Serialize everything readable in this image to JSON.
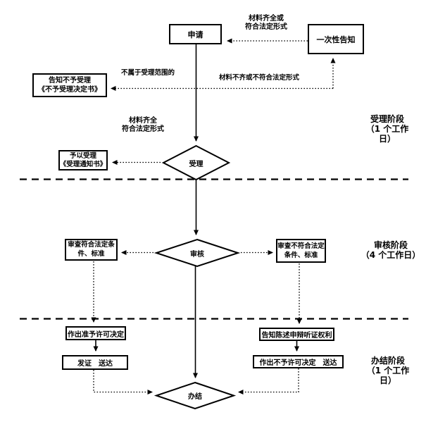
{
  "colors": {
    "line": "#000000",
    "background": "#ffffff",
    "text": "#000000"
  },
  "diagram": {
    "nodes": {
      "apply": {
        "label": "申请"
      },
      "one_time_notice": {
        "label": "一次性告知"
      },
      "notify_rejection": {
        "lines": [
          "告知不予受理",
          "《不予受理决定书》"
        ]
      },
      "accept_notice": {
        "lines": [
          "予以受理",
          "《受理通知书》"
        ]
      },
      "accept": {
        "label": "受理"
      },
      "review": {
        "label": "审核"
      },
      "finish": {
        "label": "办结"
      },
      "review_pass": {
        "lines": [
          "审查符合法定条",
          "件、标准"
        ]
      },
      "review_fail": {
        "lines": [
          "审查不符合法定",
          "条件、标准"
        ]
      },
      "grant_decision": {
        "label": "作出准予许可决定"
      },
      "issue_deliver": {
        "label": "发证　送达"
      },
      "hearing_rights": {
        "label": "告知陈述申辩听证权利"
      },
      "deny_deliver": {
        "label": "作出不予许可决定　送达"
      }
    },
    "edge_labels": {
      "materials_complete_top": {
        "lines": [
          "材料齐全或",
          "符合法定形式"
        ]
      },
      "not_in_scope": {
        "label": "不属于受理范围的"
      },
      "materials_incomplete": {
        "label": "材料不齐或不符合法定形式"
      },
      "materials_complete_mid": {
        "lines": [
          "材料齐全",
          "符合法定形式"
        ]
      }
    },
    "stages": {
      "accept": {
        "lines": [
          "受理阶段",
          "（1 个工作",
          "日）"
        ]
      },
      "review": {
        "lines": [
          "审核阶段",
          "（4 个工作日）"
        ]
      },
      "finish": {
        "lines": [
          "办结阶段",
          "（1 个工作",
          "日）"
        ]
      }
    }
  }
}
